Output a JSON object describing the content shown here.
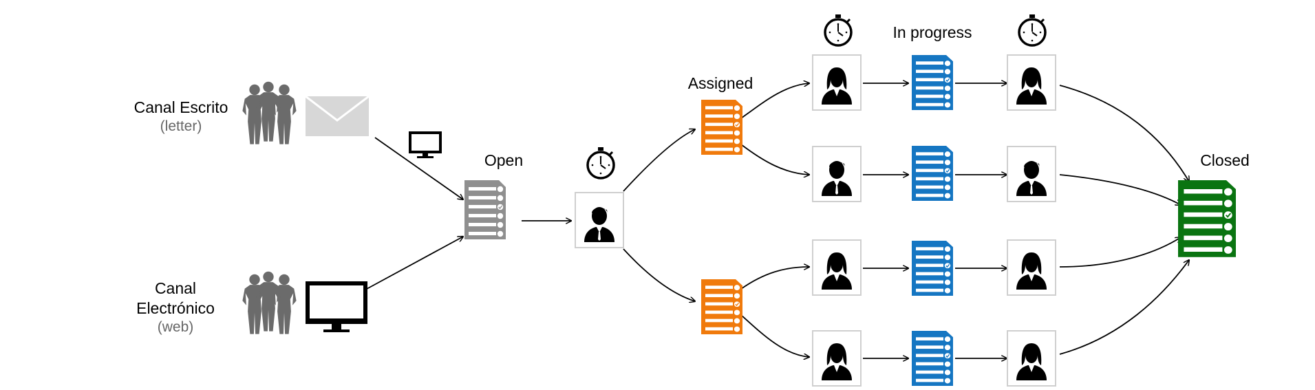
{
  "channels": {
    "written": {
      "name": "Canal Escrito",
      "detail": "(letter)"
    },
    "electronic": {
      "name_line1": "Canal",
      "name_line2": "Electrónico",
      "detail": "(web)"
    }
  },
  "stages": {
    "open": "Open",
    "assigned": "Assigned",
    "in_progress": "In progress",
    "closed": "Closed"
  },
  "colors": {
    "open_doc": "#8f8f8f",
    "assigned_doc": "#f07a0c",
    "in_progress_doc": "#1576c2",
    "closed_doc": "#0a7411",
    "people": "#6b6b6b",
    "envelope": "#d7d7d7"
  },
  "icons": [
    "people-group-icon",
    "envelope-icon",
    "monitor-icon",
    "document-checklist-icon",
    "stopwatch-icon",
    "agent-male-icon",
    "agent-female-icon"
  ]
}
